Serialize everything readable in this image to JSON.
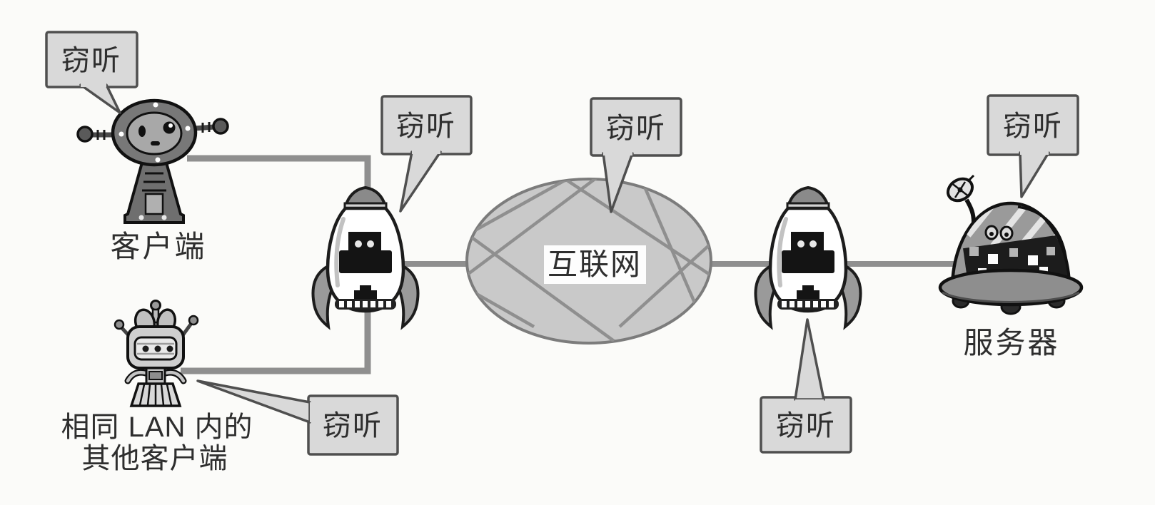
{
  "diagram": {
    "description_domain": "network-eavesdropping-diagram",
    "eavesdrop_bubbles": [
      {
        "at": "client",
        "label": "窃听"
      },
      {
        "at": "router-1",
        "label": "窃听"
      },
      {
        "at": "internet",
        "label": "窃听"
      },
      {
        "at": "router-2",
        "label": "窃听"
      },
      {
        "at": "server",
        "label": "窃听"
      },
      {
        "at": "lan-client",
        "label": "窃听"
      }
    ],
    "nodes": {
      "client": {
        "label": "客户端"
      },
      "lan_client": {
        "label_line1": "相同 LAN 内的",
        "label_line2": "其他客户端"
      },
      "internet": {
        "label": "互联网"
      },
      "server": {
        "label": "服务器"
      }
    },
    "icons": [
      "client-robot-icon",
      "lan-client-robot-icon",
      "router-rocket-icon",
      "router-rocket-icon",
      "internet-globe-icon",
      "server-robot-icon"
    ],
    "colors": {
      "paper": "#fbfbf9",
      "bubble_fill": "#d9d9d9",
      "bubble_border": "#4f4f4f",
      "connection_line": "#8f8f8f",
      "ellipse_fill": "#c9c9c9",
      "ellipse_border": "#7c7c7c",
      "ink": "#1c1c1c",
      "text": "#2e2e2e"
    }
  }
}
